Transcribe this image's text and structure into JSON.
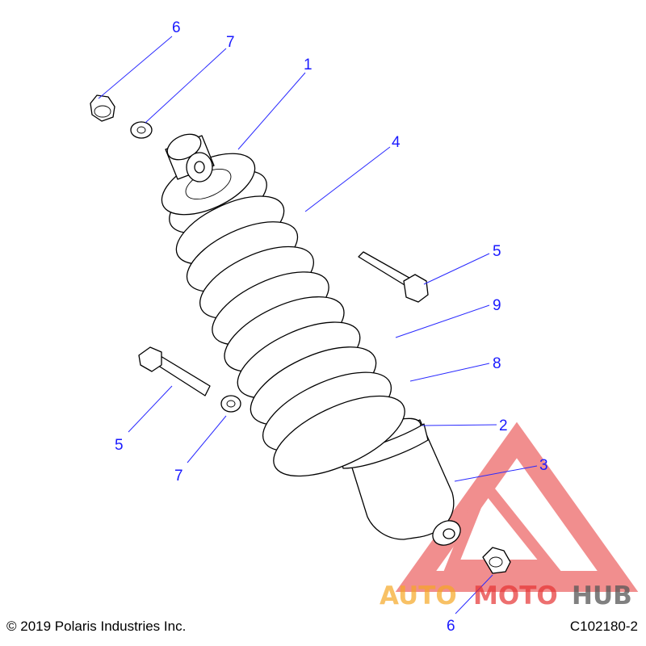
{
  "callouts": {
    "c1": "1",
    "c2": "2",
    "c3": "3",
    "c4": "4",
    "c5a": "5",
    "c5b": "5",
    "c6a": "6",
    "c6b": "6",
    "c7a": "7",
    "c7b": "7",
    "c8": "8",
    "c9": "9"
  },
  "footer": {
    "copyright": "© 2019 Polaris Industries Inc.",
    "drawing_code": "C102180-2"
  },
  "watermark": {
    "text_a": "AUTO",
    "text_b": "MOTO",
    "text_c": "HUB"
  },
  "colors": {
    "callout": "#1a1aff",
    "watermark_red": "#e63232",
    "watermark_orange": "#f5a623",
    "watermark_gray": "#555555"
  }
}
